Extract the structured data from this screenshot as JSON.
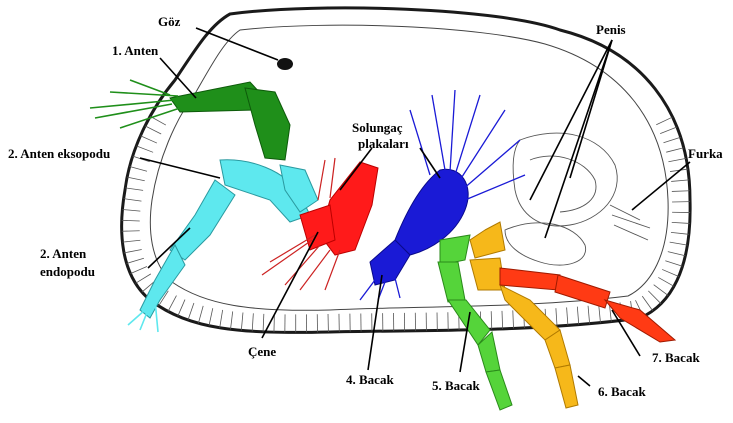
{
  "labels": {
    "goz": "Göz",
    "anten1": "1. Anten",
    "anten2_ekso": "2. Anten eksopodu",
    "anten2_endo_1": "2. Anten",
    "anten2_endo_2": "endopodu",
    "solungac_1": "Solungaç",
    "solungac_2": "plakaları",
    "penis": "Penis",
    "furka": "Furka",
    "cene": "Çene",
    "bacak4": "4. Bacak",
    "bacak5": "5. Bacak",
    "bacak6": "6. Bacak",
    "bacak7": "7. Bacak"
  },
  "colors": {
    "anten1": "#1f8f1a",
    "anten2": "#5ee8ee",
    "cene": "#ff1a1a",
    "bacak4": "#1a1ad6",
    "bacak5": "#55d43a",
    "bacak6": "#f6b81a",
    "bacak7": "#ff3a14",
    "outline": "#1a1a1a"
  }
}
